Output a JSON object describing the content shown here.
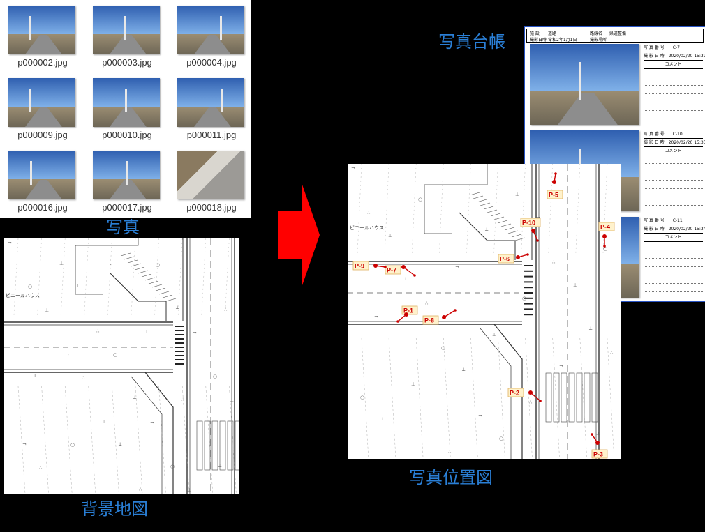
{
  "photos": {
    "caption": "写真",
    "files": [
      {
        "name": "p000002.jpg",
        "type": "road"
      },
      {
        "name": "p000003.jpg",
        "type": "road"
      },
      {
        "name": "p000004.jpg",
        "type": "road"
      },
      {
        "name": "p000009.jpg",
        "type": "road"
      },
      {
        "name": "p000010.jpg",
        "type": "road"
      },
      {
        "name": "p000011.jpg",
        "type": "road"
      },
      {
        "name": "p000016.jpg",
        "type": "road"
      },
      {
        "name": "p000017.jpg",
        "type": "road"
      },
      {
        "name": "p000018.jpg",
        "type": "curb"
      }
    ]
  },
  "background_map": {
    "caption": "背景地図",
    "labels": [
      "ビニールハウス"
    ]
  },
  "position_map": {
    "caption": "写真位置図",
    "labels": [
      "ビニールハウス"
    ],
    "markers": [
      {
        "id": "p1",
        "label": "P-1"
      },
      {
        "id": "p2",
        "label": "P-2"
      },
      {
        "id": "p3",
        "label": "P-3"
      },
      {
        "id": "p4",
        "label": "P-4"
      },
      {
        "id": "p5",
        "label": "P-5"
      },
      {
        "id": "p6",
        "label": "P-6"
      },
      {
        "id": "p7",
        "label": "P-7"
      },
      {
        "id": "p8",
        "label": "P-8"
      },
      {
        "id": "p9",
        "label": "P-9"
      },
      {
        "id": "p10",
        "label": "P-10"
      }
    ]
  },
  "ledger": {
    "caption": "写真台帳",
    "header": {
      "col1_label": "施 設",
      "col1_value": "道路",
      "col2_label": "路線名",
      "col2_value": "県道整備",
      "date_label": "撮影日時",
      "date_value": "令和2年1月1日",
      "place_label": "撮影場所"
    },
    "entries": [
      {
        "photo_no_label": "写 真 番 号",
        "photo_no": "C-7",
        "date_label": "撮 影 日 時",
        "date": "2020/02/20 15:32",
        "comment_label": "コメント"
      },
      {
        "photo_no_label": "写 真 番 号",
        "photo_no": "C-10",
        "date_label": "撮 影 日 時",
        "date": "2020/02/20 15:33",
        "comment_label": "コメント"
      },
      {
        "photo_no_label": "写 真 番 号",
        "photo_no": "C-11",
        "date_label": "撮 影 日 時",
        "date": "2020/02/20 15:34",
        "comment_label": "コメント"
      }
    ]
  },
  "colors": {
    "caption": "#2a7fd6",
    "arrow": "#ff0000",
    "marker": "#cc0000",
    "marker_fill": "#fff2cc",
    "ledger_border": "#2a55c5"
  }
}
